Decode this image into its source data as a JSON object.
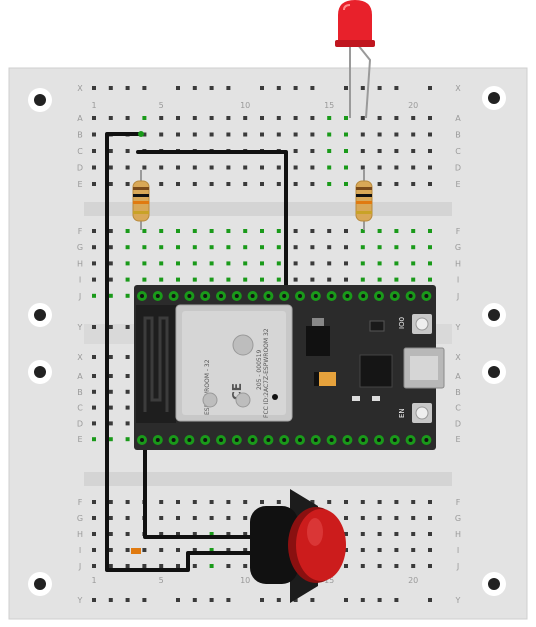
{
  "breadboard": {
    "row_letters_top": [
      "A",
      "B",
      "C",
      "D",
      "E"
    ],
    "row_letters_bottom": [
      "F",
      "G",
      "H",
      "I",
      "J"
    ],
    "rail_label_top": "X",
    "rail_label_bottom": "Y",
    "column_numbers": [
      "1",
      "5",
      "10",
      "15",
      "20"
    ],
    "lower_row_letters": [
      "A",
      "B",
      "C",
      "D",
      "E",
      "F",
      "G",
      "H",
      "I",
      "J"
    ]
  },
  "esp32": {
    "module_model": "ESP - WROOM - 32",
    "module_fcc": "FCC ID:2AC7Z-ESPWROOM 32",
    "module_id": "205 - 000519",
    "button_boot": "IO0",
    "button_en": "EN",
    "ce_mark": "CE"
  },
  "components": {
    "led_color": "#e8212b",
    "pushbutton_color": "#cc1c1c",
    "resistor_body_color": "#d9a857",
    "wire_color": "#111111",
    "board_color": "#2b2b2b",
    "breadboard_color": "#e3e3e3",
    "hole_color": "#3a3a3a",
    "connected_hole_color": "#1a9a1a"
  }
}
